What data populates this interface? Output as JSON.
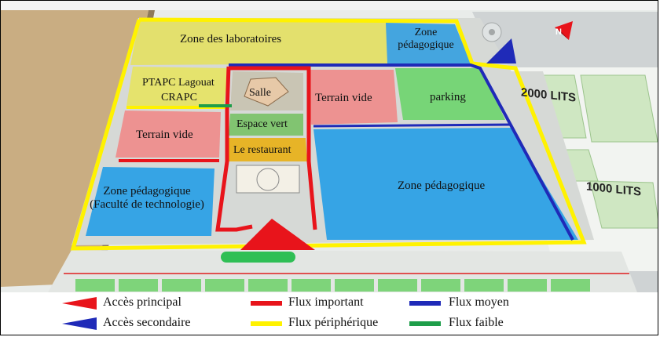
{
  "zones": {
    "labo": "Zone des laboratoires",
    "peda_top": "Zone pédagogique",
    "ptapc_line1": "PTAPC Lagouat",
    "ptapc_line2": "CRAPC",
    "salle": "Salle",
    "terrain_vide_center": "Terrain vide",
    "parking": "parking",
    "terrain_vide_left": "Terrain vide",
    "espace_vert": "Espace vert",
    "restaurant": "Le restaurant",
    "peda_main": "Zone pédagogique",
    "peda_fac": "Zone pédagogique (Faculté de technologie)"
  },
  "side_labels": {
    "lits_2000": "2000 LITS",
    "lits_1000": "1000 LITS"
  },
  "north_label": "N",
  "legend": {
    "acces_principal": "Accès principal",
    "acces_secondaire": "Accès secondaire",
    "flux_important": "Flux important",
    "flux_peripherique": "Flux périphérique",
    "flux_moyen": "Flux moyen",
    "flux_faible": "Flux faible"
  },
  "colors": {
    "flux_important": "#e8141b",
    "flux_peripherique": "#fff200",
    "flux_moyen": "#1f2ab8",
    "flux_faible": "#1e9e4a",
    "acces_principal": "#e8141b",
    "acces_secondaire": "#1f2ab8"
  }
}
